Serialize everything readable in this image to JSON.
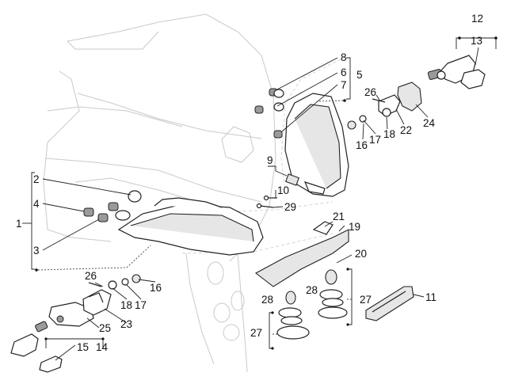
{
  "callouts": {
    "c1": "1",
    "c2": "2",
    "c3": "3",
    "c4": "4",
    "c5": "5",
    "c6": "6",
    "c7": "7",
    "c8": "8",
    "c9": "9",
    "c10": "10",
    "c11": "11",
    "c12": "12",
    "c13": "13",
    "c14": "14",
    "c15": "15",
    "c16a": "16",
    "c16b": "16",
    "c17a": "17",
    "c17b": "17",
    "c18a": "18",
    "c18b": "18",
    "c19": "19",
    "c20": "20",
    "c21": "21",
    "c22": "22",
    "c23": "23",
    "c24": "24",
    "c25": "25",
    "c26a": "26",
    "c26b": "26",
    "c27a": "27",
    "c27b": "27",
    "c28a": "28",
    "c28b": "28",
    "c29": "29"
  }
}
